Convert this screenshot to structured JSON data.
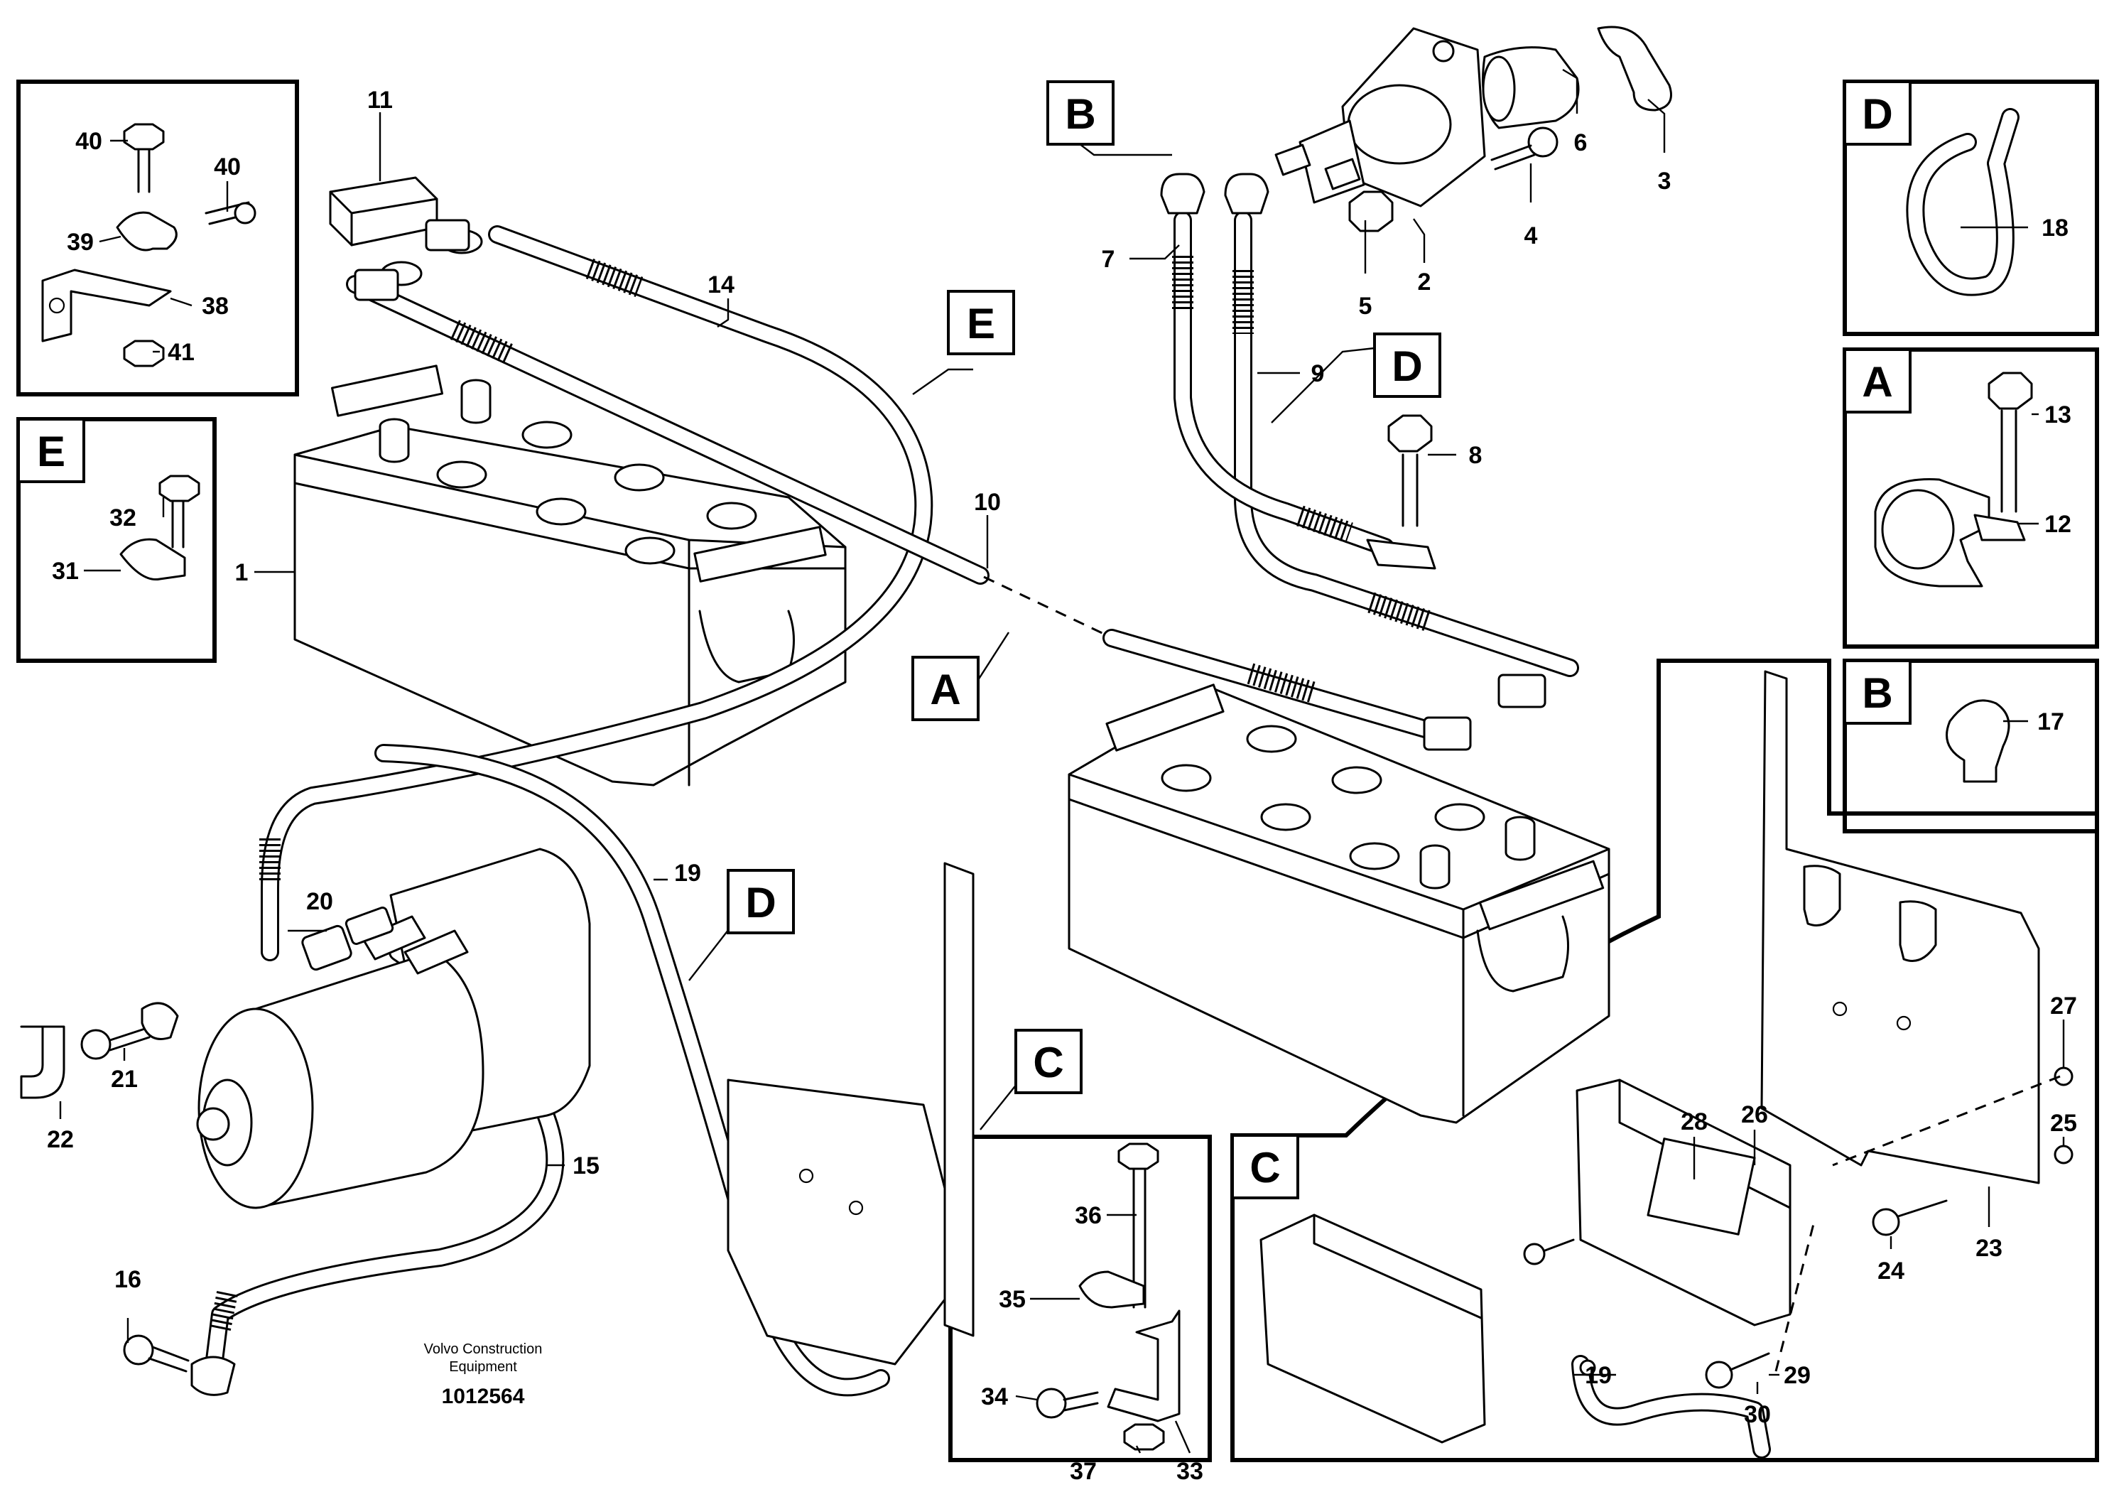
{
  "callouts": [
    "1",
    "2",
    "3",
    "4",
    "5",
    "6",
    "7",
    "8",
    "9",
    "10",
    "11",
    "12",
    "13",
    "14",
    "15",
    "16",
    "17",
    "18",
    "19",
    "19",
    "20",
    "21",
    "22",
    "23",
    "24",
    "25",
    "26",
    "27",
    "28",
    "29",
    "30",
    "31",
    "32",
    "33",
    "34",
    "35",
    "36",
    "37",
    "38",
    "39",
    "40",
    "40",
    "41"
  ],
  "view_tags": [
    "B",
    "E",
    "D",
    "A",
    "D",
    "C",
    "D",
    "A",
    "B",
    "C",
    "E"
  ],
  "credit": {
    "line1": "Volvo Construction",
    "line2": "Equipment",
    "number": "1012564"
  }
}
